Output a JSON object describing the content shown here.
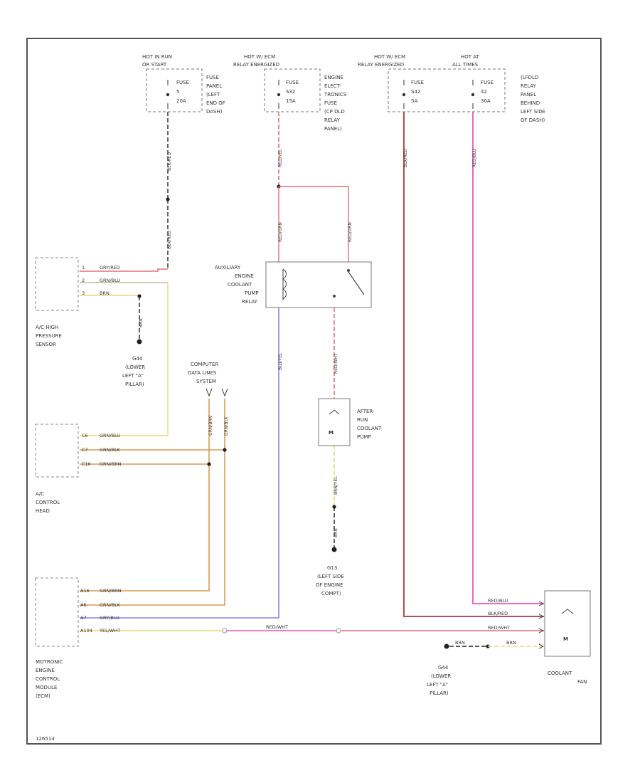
{
  "figure_code": "126514",
  "fuse_blocks": [
    {
      "header": "HOT IN RUN",
      "header2": "OR START",
      "fuse_word": "FUSE",
      "fuse_num": "5",
      "fuse_amp": "20A",
      "location": [
        "FUSE",
        "PANEL",
        "(LEFT",
        "END OF",
        "DASH)"
      ]
    },
    {
      "header": "HOT W/ ECM",
      "header2": "RELAY ENERGIZED",
      "fuse_word": "FUSE",
      "fuse_num": "S32",
      "fuse_amp": "15A",
      "location": [
        "ENGINE",
        "ELECT-",
        "TRONICS",
        "FUSE",
        "(CP DLD",
        "RELAY",
        "PANEL)"
      ]
    },
    {
      "header": "HOT W/ ECM",
      "header2": "RELAY ENERGIZED",
      "fuse_word": "FUSE",
      "fuse_num": "S42",
      "fuse_amp": "5A",
      "location": []
    },
    {
      "header": "HOT AT",
      "header2": "ALL TIMES",
      "fuse_word": "FUSE",
      "fuse_num": "42",
      "fuse_amp": "30A",
      "location": [
        "(LFDLD",
        "RELAY",
        "PANEL",
        "BEHIND",
        "LEFT SIDE",
        "OF DASH)"
      ]
    }
  ],
  "wire_labels": {
    "fuse1_down_a": "BLK/RED",
    "fuse1_down_b": "BLK/RED",
    "fuse2_down": "RED/YEL",
    "relay_in_left": "RED/GRN",
    "relay_in_right": "RED/GRN",
    "fuse3_down": "BLK/RED",
    "fuse4_down": "RED/BLU",
    "relay_out": "BLU/YEL",
    "pump_feed": "RED/WHT",
    "pump_ground_a": "BRN/YEL",
    "pump_ground_b": "BRN",
    "sensor_ground": "BRN",
    "data_line_1": "GRN/BRN",
    "data_line_2": "GRN/BLK"
  },
  "components": {
    "pressure_sensor": {
      "pins": [
        "1",
        "2",
        "3"
      ],
      "wires": [
        "GRY/RED",
        "GRN/BLU",
        "BRN"
      ],
      "name": [
        "A/C HIGH",
        "PRESSURE",
        "SENSOR"
      ]
    },
    "sensor_ground_loc": [
      "G44",
      "(LOWER",
      "LEFT \"A\"",
      "PILLAR)"
    ],
    "data_splice": [
      "COMPUTER",
      "DATA LINES",
      "SYSTEM"
    ],
    "control_head": {
      "pins": [
        "C6",
        "C7",
        "C16"
      ],
      "wires": [
        "GRN/BLU",
        "GRN/BLK",
        "GRN/BRN"
      ],
      "name": [
        "A/C",
        "CONTROL",
        "HEAD"
      ]
    },
    "ecm": {
      "pins": [
        "A16",
        "A6",
        "A7",
        "A104"
      ],
      "wires": [
        "GRN/BRN",
        "GRN/BLK",
        "GRY/BLU",
        "YEL/WHT"
      ],
      "name": [
        "MOTRONIC",
        "ENGINE",
        "CONTROL",
        "MODULE",
        "(ECM)"
      ]
    },
    "relay_name": [
      "AUXILIARY",
      "ENGINE",
      "COOLANT",
      "PUMP",
      "RELAY"
    ],
    "pump_name": [
      "AFTER-",
      "RUN",
      "COOLANT",
      "PUMP"
    ],
    "pump_ground_loc": [
      "G13",
      "(LEFT SIDE",
      "OF ENGINE",
      "COMPT)"
    ],
    "fan": {
      "wires": [
        "RED/BLU",
        "BLK/RED",
        "RED/WHT",
        "BRN"
      ],
      "name": [
        "COOLANT",
        "FAN"
      ]
    },
    "fan_ground_loc": [
      "G44",
      "(LOWER",
      "LEFT \"A\"",
      "PILLAR)"
    ],
    "ecm_to_fan_wire": "RED/WHT"
  },
  "colors": {
    "red": "#e46e7e",
    "dark_red": "#a83a3a",
    "pink": "#e657b8",
    "blue": "#8585e6",
    "yellow": "#e6d87a",
    "orange": "#dd9950",
    "tan": "#c9a85c",
    "black": "#222222",
    "brown": "#9a8a3a"
  }
}
